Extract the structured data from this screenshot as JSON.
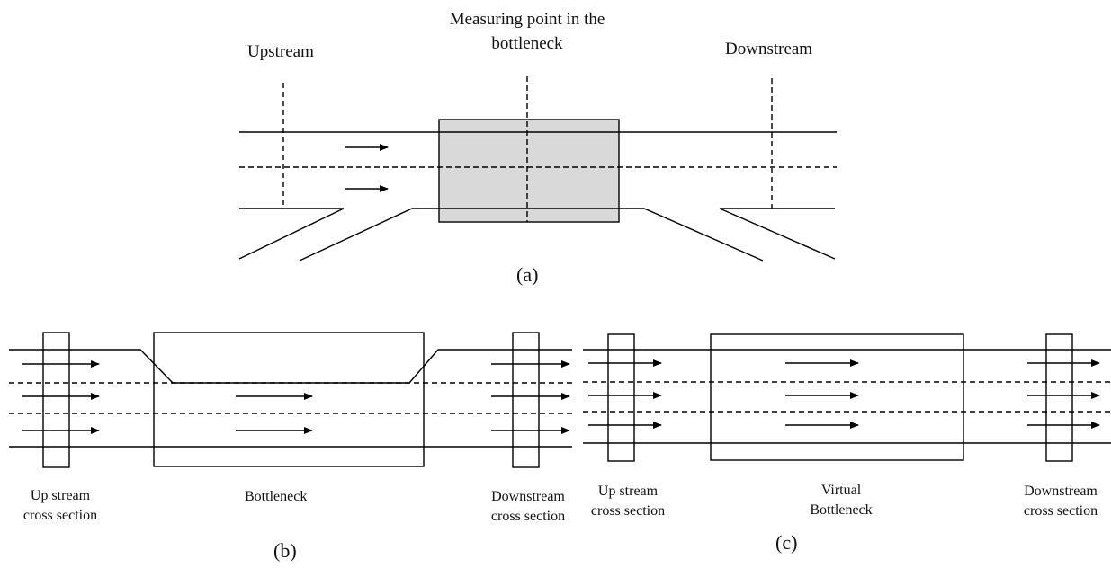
{
  "panel_a": {
    "upstream_label": "Upstream",
    "measuring_label_line1": "Measuring point in the",
    "measuring_label_line2": "bottleneck",
    "downstream_label": "Downstream",
    "caption": "(a)",
    "box_fill": "#d9d9d9"
  },
  "panel_b": {
    "upstream_line1": "Up stream",
    "upstream_line2": "cross section",
    "bottleneck_label": "Bottleneck",
    "downstream_line1": "Downstream",
    "downstream_line2": "cross section",
    "caption": "(b)"
  },
  "panel_c": {
    "upstream_line1": "Up stream",
    "upstream_line2": "cross section",
    "bottleneck_line1": "Virtual",
    "bottleneck_line2": "Bottleneck",
    "downstream_line1": "Downstream",
    "downstream_line2": "cross section",
    "caption": "(c)"
  },
  "colors": {
    "stroke": "#000000",
    "box_fill": "#d9d9d9"
  }
}
